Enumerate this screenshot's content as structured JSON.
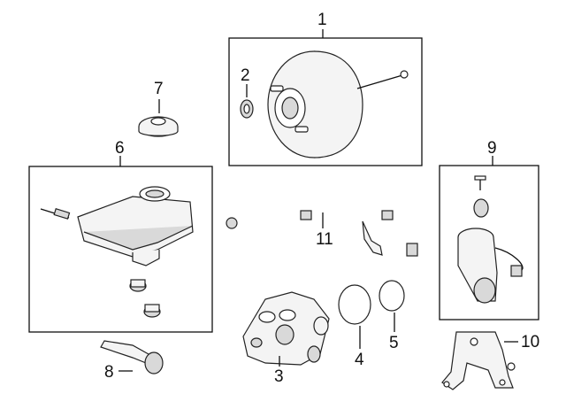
{
  "diagram": {
    "callouts": [
      {
        "id": "1",
        "label": "1"
      },
      {
        "id": "2",
        "label": "2"
      },
      {
        "id": "3",
        "label": "3"
      },
      {
        "id": "4",
        "label": "4"
      },
      {
        "id": "5",
        "label": "5"
      },
      {
        "id": "6",
        "label": "6"
      },
      {
        "id": "7",
        "label": "7"
      },
      {
        "id": "8",
        "label": "8"
      },
      {
        "id": "9",
        "label": "9"
      },
      {
        "id": "10",
        "label": "10"
      },
      {
        "id": "11",
        "label": "11"
      }
    ],
    "colors": {
      "line": "#111111",
      "part_fill": "#f4f4f4",
      "shade": "#d9d9d9",
      "background": "#ffffff"
    }
  }
}
